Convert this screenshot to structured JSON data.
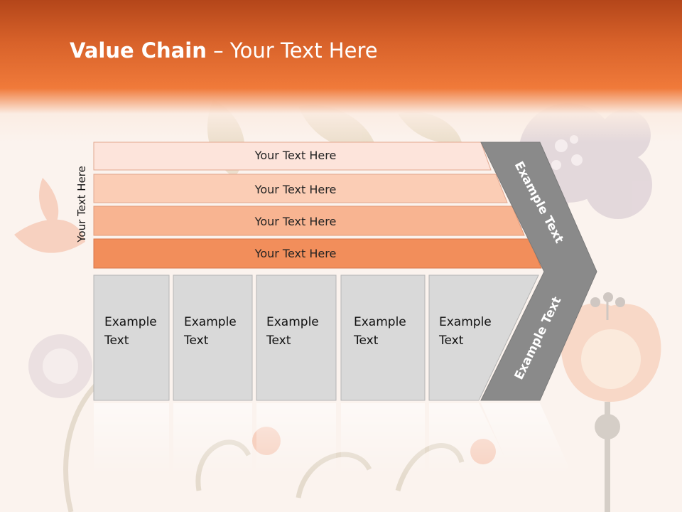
{
  "slide": {
    "title_bold": "Value Chain",
    "title_rest": " – Your Text Here"
  },
  "diagram": {
    "side_label": "Your Text Here",
    "rows": [
      {
        "label": "Your Text Here",
        "color": "#fde4db"
      },
      {
        "label": "Your Text Here",
        "color": "#fbcdb5"
      },
      {
        "label": "Your Text Here",
        "color": "#f8b491"
      },
      {
        "label": "Your Text Here",
        "color": "#f28e5b"
      }
    ],
    "cells": [
      {
        "line1": "Example",
        "line2": "Text"
      },
      {
        "line1": "Example",
        "line2": "Text"
      },
      {
        "line1": "Example",
        "line2": "Text"
      },
      {
        "line1": "Example",
        "line2": "Text"
      },
      {
        "line1": "Example",
        "line2": "Text"
      }
    ],
    "arrow_upper": "Example Text",
    "arrow_lower": "Example Text",
    "colors": {
      "cell_fill": "#d9d9d9",
      "arrow_fill": "#8a8a8a",
      "header_orange": "#f07a3a"
    }
  }
}
